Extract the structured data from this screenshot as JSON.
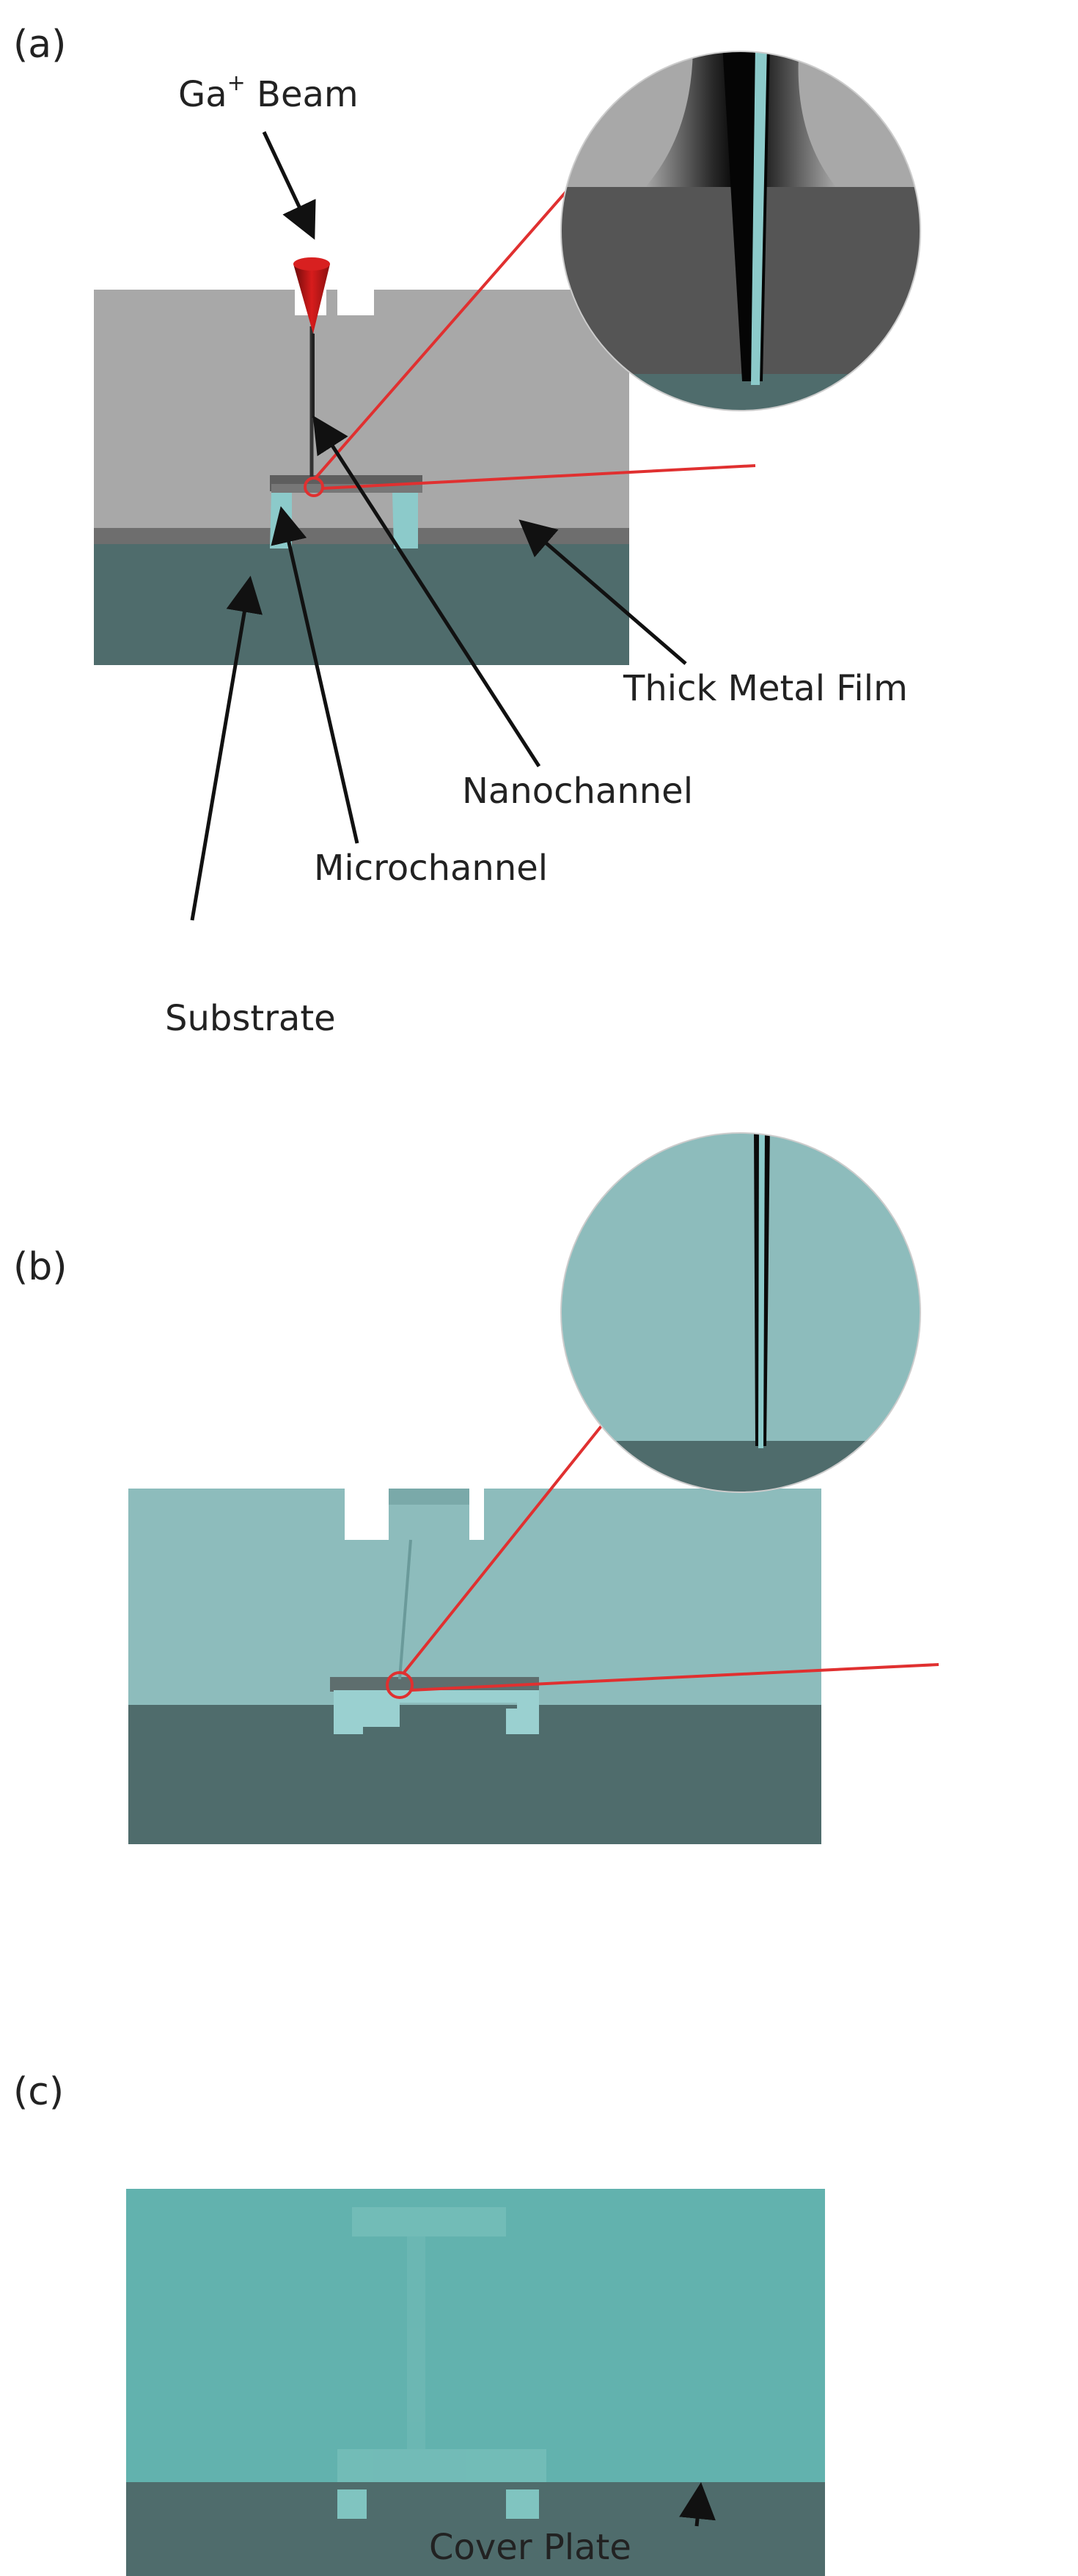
{
  "panels": [
    {
      "id": "a",
      "label": "(a)"
    },
    {
      "id": "b",
      "label": "(b)"
    },
    {
      "id": "c",
      "label": "(c)"
    }
  ],
  "annotations": {
    "ga_beam": "Ga",
    "ga_beam_superscript": "+",
    "ga_beam_suffix": " Beam",
    "thick_metal_film": "Thick Metal Film",
    "nanochannel": "Nanochannel",
    "microchannel": "Microchannel",
    "substrate": "Substrate",
    "cover_plate": "Cover Plate"
  },
  "colors": {
    "metal_film": "#a8a8a8",
    "metal_film_dark": "#6e6e6e",
    "substrate": "#4f6c6c",
    "channel_fill": "#8ccaca",
    "nanochannel_fill": "#8dbcbc",
    "cover_plate": "#62b2ae",
    "zoom_lines": "#e03030",
    "ga_beam_cone": "#cc1a1a",
    "arrows": "#111111"
  }
}
